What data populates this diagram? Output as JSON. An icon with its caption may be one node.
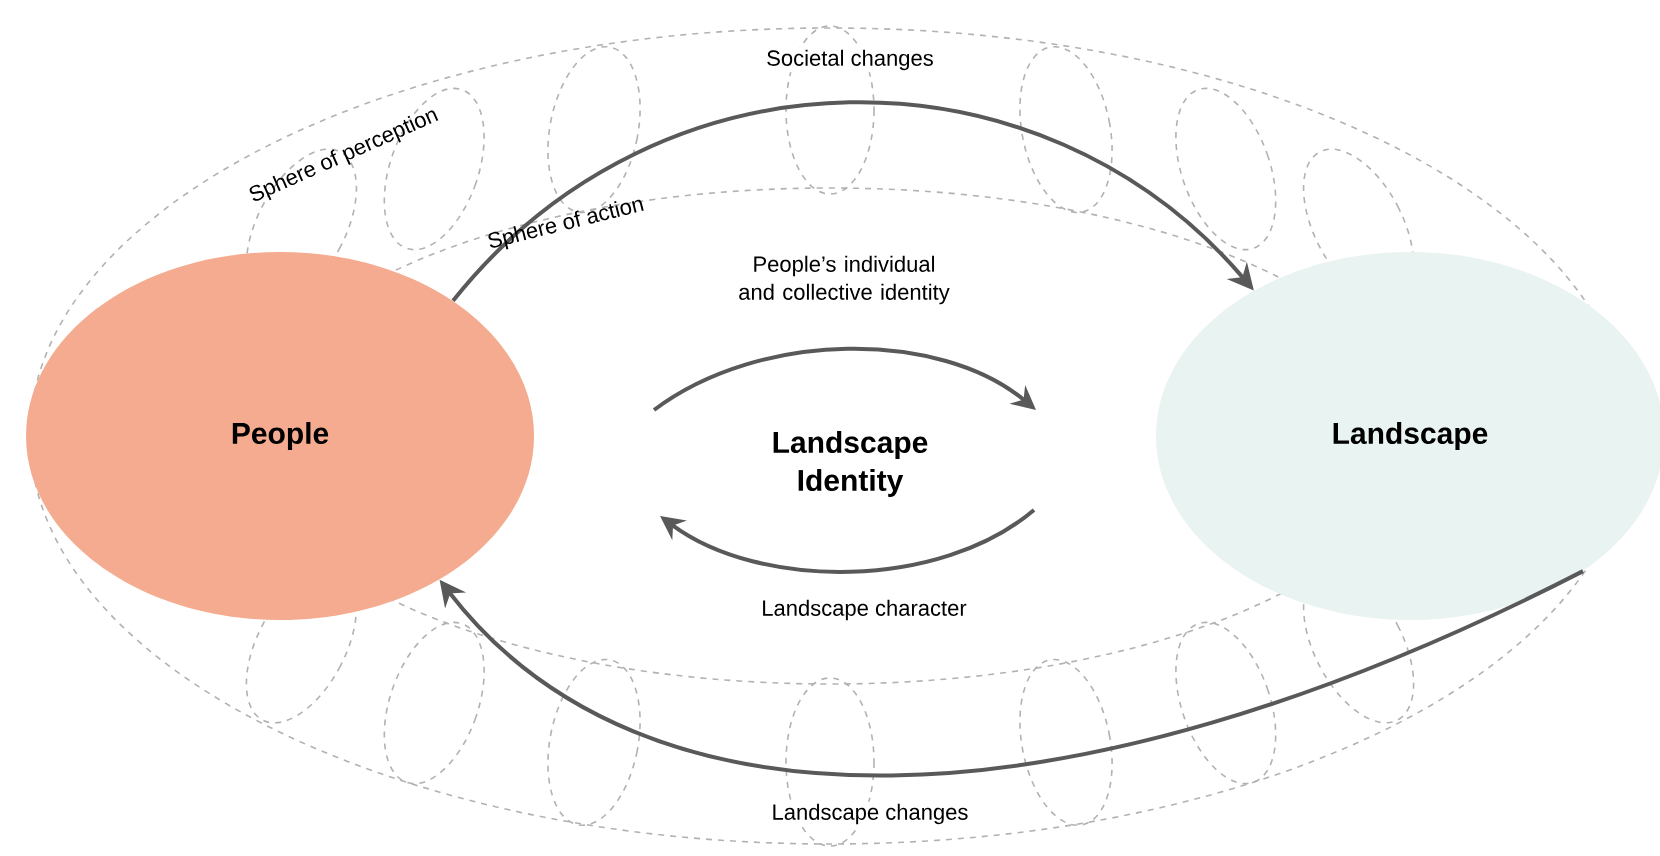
{
  "diagram": {
    "nodes": [
      {
        "text": [
          "People"
        ]
      },
      {
        "text": [
          "Landscape"
        ]
      },
      {
        "text": [
          "Landscape Identity"
        ]
      }
    ],
    "edges": [
      {
        "from": 0,
        "to": 1,
        "arrow": "to",
        "label": "Societal changes"
      },
      {
        "from": 1,
        "to": 0,
        "arrow": "to",
        "label": "Landscape changes"
      }
    ],
    "labels": [
      "Sphere of perception",
      "Sphere of action",
      "People’s individual and collective identity",
      "Landscape character"
    ]
  }
}
